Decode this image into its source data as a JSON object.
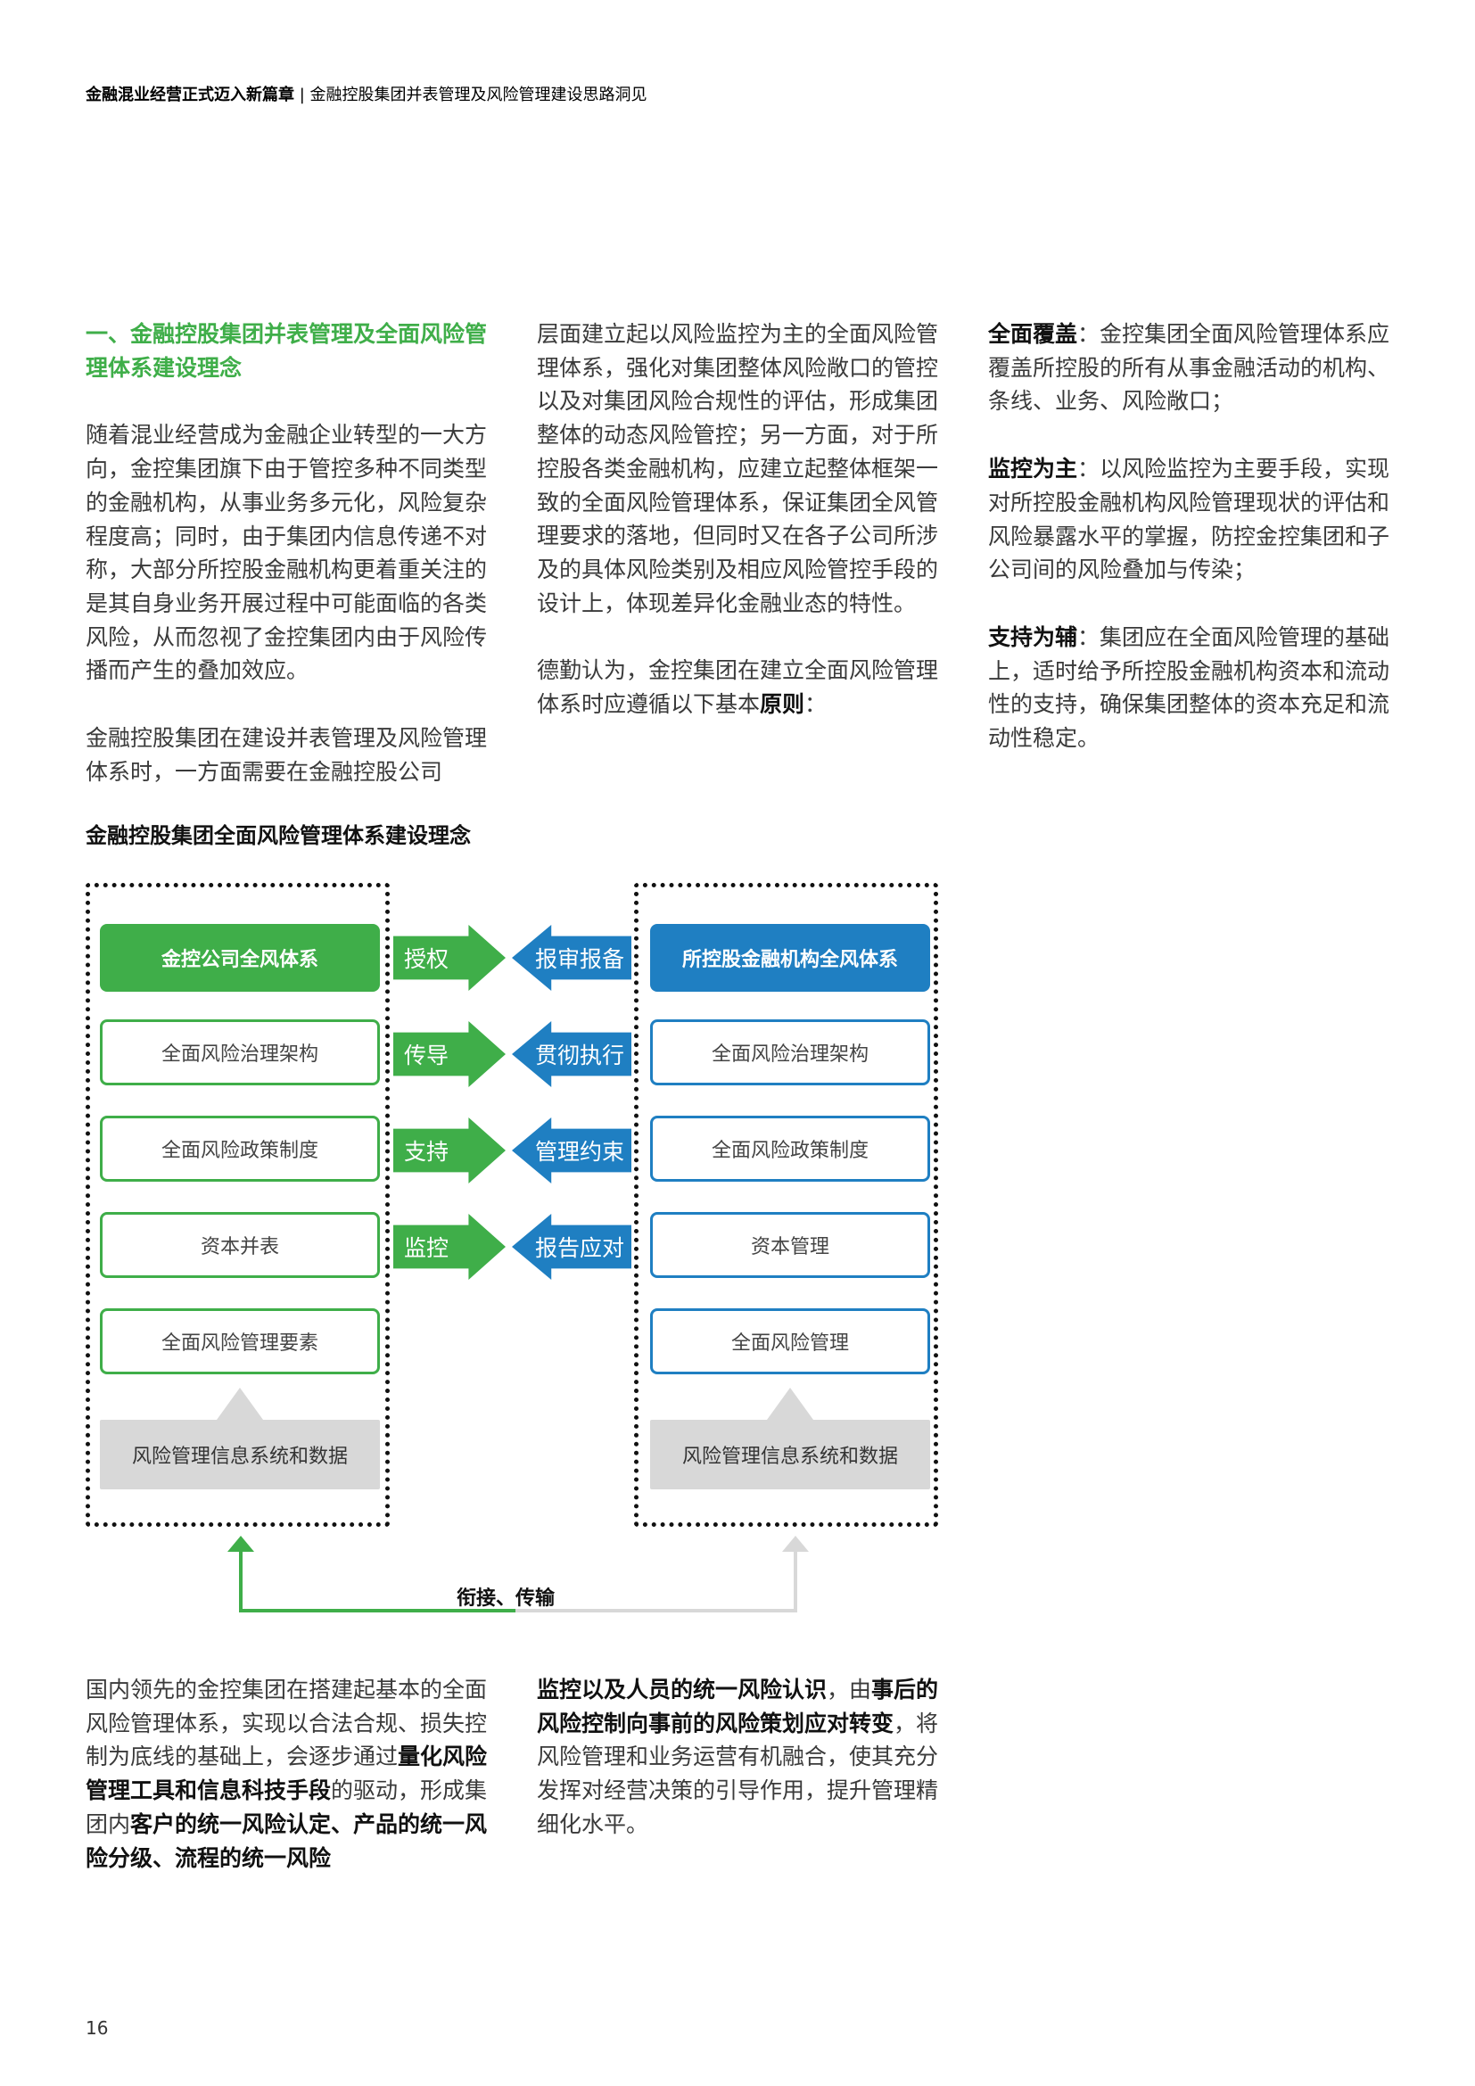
{
  "header": {
    "title_bold": "金融混业经营正式迈入新篇章",
    "separator": " | ",
    "subtitle": "金融控股集团并表管理及风险管理建设思路洞见"
  },
  "col1": {
    "section_title": "一、金融控股集团并表管理及全面风险管理体系建设理念",
    "p1": "随着混业经营成为金融企业转型的一大方向，金控集团旗下由于管控多种不同类型的金融机构，从事业务多元化，风险复杂程度高；同时，由于集团内信息传递不对称，大部分所控股金融机构更着重关注的是其自身业务开展过程中可能面临的各类风险，从而忽视了金控集团内由于风险传播而产生的叠加效应。",
    "p2": "金融控股集团在建设并表管理及风险管理体系时，一方面需要在金融控股公司"
  },
  "col2": {
    "p1": "层面建立起以风险监控为主的全面风险管理体系，强化对集团整体风险敞口的管控以及对集团风险合规性的评估，形成集团整体的动态风险管控；另一方面，对于所控股各类金融机构，应建立起整体框架一致的全面风险管理体系，保证集团全风管理要求的落地，但同时又在各子公司所涉及的具体风险类别及相应风险管控手段的设计上，体现差异化金融业态的特性。",
    "p2_text": "德勤认为，金控集团在建立全面风险管理体系时应遵循以下基本",
    "p2_bold": "原则",
    "p2_end": "："
  },
  "col3": {
    "items": [
      {
        "term": "全面覆盖",
        "text": "：金控集团全面风险管理体系应覆盖所控股的所有从事金融活动的机构、条线、业务、风险敞口；"
      },
      {
        "term": "监控为主",
        "text": "：以风险监控为主要手段，实现对所控股金融机构风险管理现状的评估和风险暴露水平的掌握，防控金控集团和子公司间的风险叠加与传染；"
      },
      {
        "term": "支持为辅",
        "text": "：集团应在全面风险管理的基础上，适时给予所控股金融机构资本和流动性的支持，确保集团整体的资本充足和流动性稳定。"
      }
    ]
  },
  "figure": {
    "title": "金融控股集团全面风险管理体系建设理念",
    "left": {
      "header": "金控公司全风体系",
      "items": [
        "全面风险治理架构",
        "全面风险政策制度",
        "资本并表",
        "全面风险管理要素"
      ],
      "info": "风险管理信息系统和数据"
    },
    "right": {
      "header": "所控股金融机构全风体系",
      "items": [
        "全面风险治理架构",
        "全面风险政策制度",
        "资本管理",
        "全面风险管理"
      ],
      "info": "风险管理信息系统和数据"
    },
    "arrows_right": [
      "授权",
      "传导",
      "支持",
      "监控"
    ],
    "arrows_left": [
      "报审报备",
      "贯彻执行",
      "管理约束",
      "报告应对"
    ],
    "connector_label": "衔接、传输",
    "colors": {
      "green": "#3fae49",
      "blue": "#1f7fc2",
      "gray": "#d8d8d8"
    }
  },
  "bottom": {
    "col1": {
      "t1": "国内领先的金控集团在搭建起基本的全面风险管理体系，实现以合法合规、损失控制为底线的基础上，会逐步通过",
      "b1": "量化风险管理工具和信息科技手段",
      "t2": "的驱动，形成集团内",
      "b2": "客户的统一风险认定、产品的统一风险分级、流程的统一风险"
    },
    "col2": {
      "b1": "监控以及人员的统一风险认识",
      "t1": "，由",
      "b2": "事后的风险控制向事前的风险策划应对转变",
      "t2": "，将风险管理和业务运营有机融合，使其充分发挥对经营决策的引导作用，提升管理精细化水平。"
    }
  },
  "page_number": "16"
}
